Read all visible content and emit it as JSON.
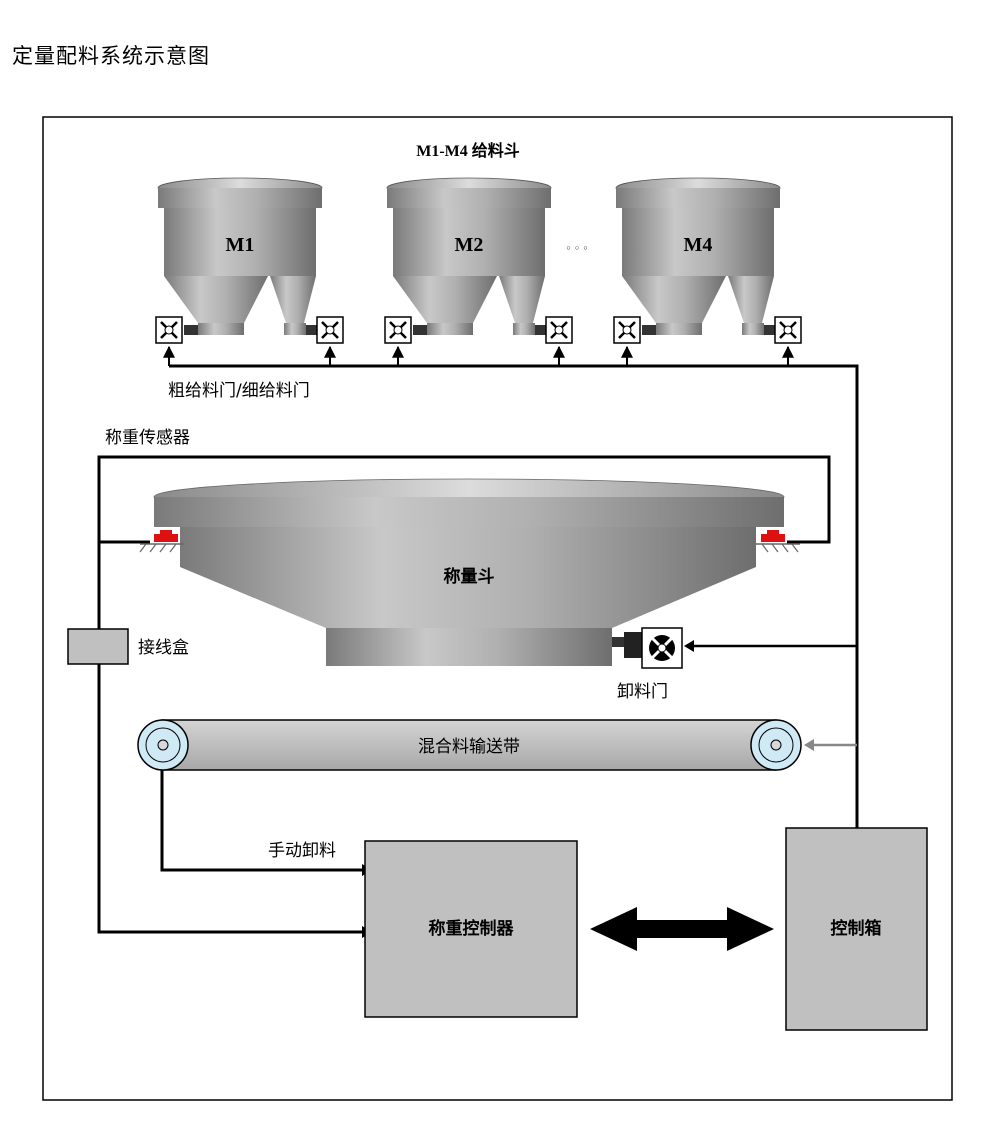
{
  "title": "定量配料系统示意图",
  "hoppers": {
    "group_label": "M1-M4 给料斗",
    "items": [
      "M1",
      "M2",
      "M4"
    ],
    "ellipsis": "◦◦◦"
  },
  "labels": {
    "feed_gates": "粗给料门/细给料门",
    "load_sensor": "称重传感器",
    "weigh_hopper": "称量斗",
    "junction_box": "接线盒",
    "discharge_gate": "卸料门",
    "conveyor": "混合料输送带",
    "manual_discharge": "手动卸料",
    "weigh_controller": "称重控制器",
    "control_box": "控制箱"
  },
  "colors": {
    "sensor": "#dd1111",
    "box_fill": "#c0c0c0",
    "wire": "#000000",
    "roller_fill": "#cfe9f5"
  }
}
